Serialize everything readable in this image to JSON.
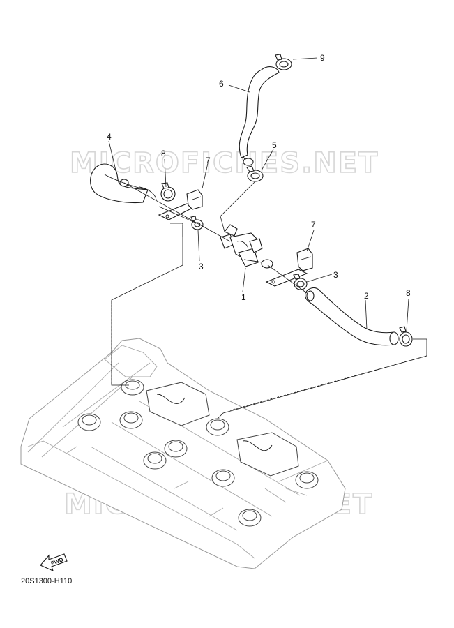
{
  "watermark": "MICROFICHES.NET",
  "diagram_code": "20S1300-H110",
  "fwd_label": "FWD",
  "callouts": {
    "c1": "1",
    "c2": "2",
    "c3a": "3",
    "c3b": "3",
    "c4": "4",
    "c5": "5",
    "c6": "6",
    "c7a": "7",
    "c7b": "7",
    "c8a": "8",
    "c8b": "8",
    "c9": "9"
  }
}
